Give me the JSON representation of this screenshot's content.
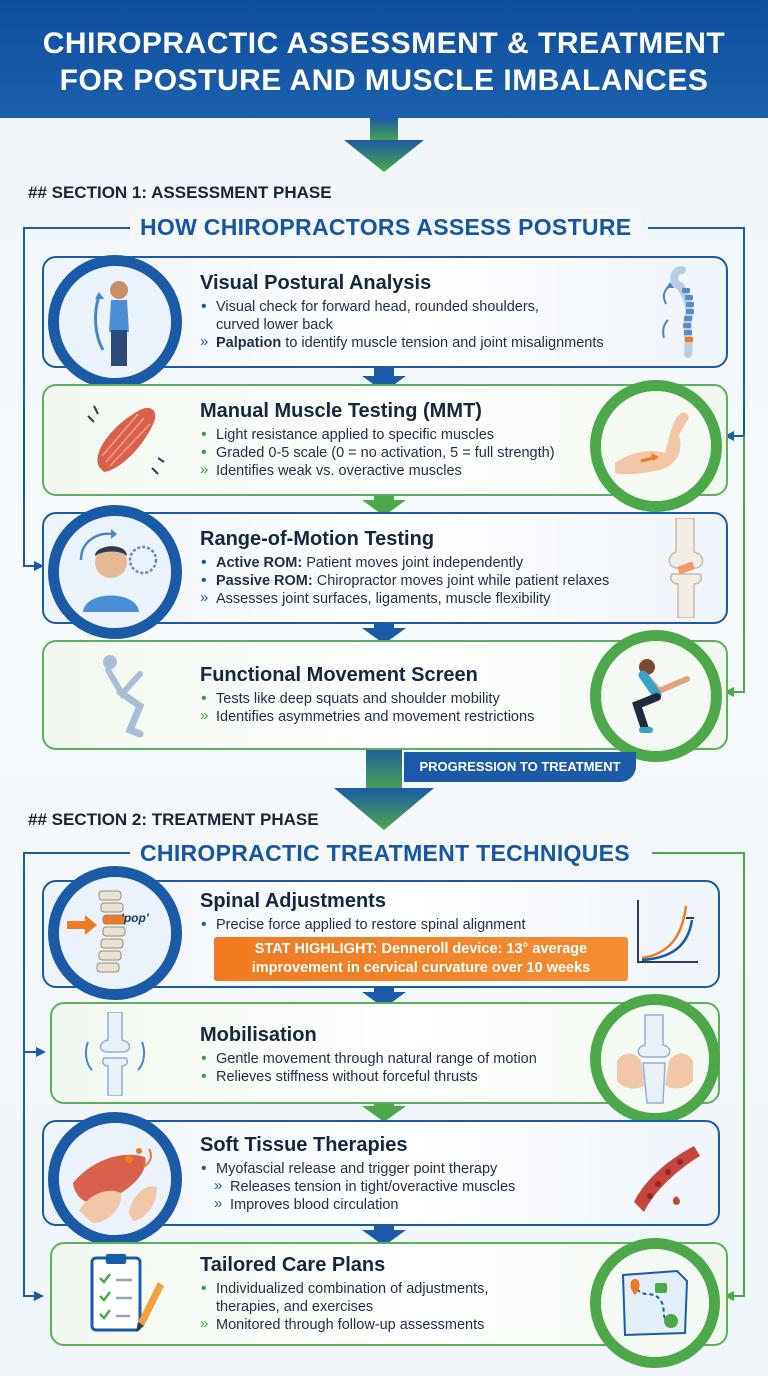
{
  "header": {
    "title_line1": "CHIROPRACTIC ASSESSMENT & TREATMENT",
    "title_line2": "FOR POSTURE AND MUSCLE IMBALANCES"
  },
  "section1": {
    "label": "## SECTION 1: ASSESSMENT PHASE",
    "title": "HOW CHIROPRACTORS ASSESS POSTURE",
    "cards": [
      {
        "title": "Visual Postural Analysis",
        "items": [
          {
            "bold": "",
            "text": "Visual check for forward head, rounded shoulders,"
          },
          {
            "bold": "",
            "text": "curved lower back"
          },
          {
            "bold": "Palpation",
            "text": " to identify muscle tension and joint misalignments"
          }
        ]
      },
      {
        "title": "Manual Muscle Testing (MMT)",
        "items": [
          {
            "bold": "",
            "text": "Light resistance applied to specific muscles"
          },
          {
            "bold": "",
            "text": "Graded 0-5 scale (0 = no activation, 5 = full strength)"
          },
          {
            "bold": "",
            "text": "Identifies weak vs. overactive muscles"
          }
        ]
      },
      {
        "title": "Range-of-Motion Testing",
        "items": [
          {
            "bold": "Active ROM:",
            "text": " Patient moves joint independently"
          },
          {
            "bold": "Passive ROM:",
            "text": " Chiropractor moves joint while patient relaxes"
          },
          {
            "bold": "",
            "text": "Assesses joint surfaces, ligaments, muscle flexibility"
          }
        ]
      },
      {
        "title": "Functional Movement Screen",
        "items": [
          {
            "bold": "",
            "text": "Tests like deep squats and shoulder mobility"
          },
          {
            "bold": "",
            "text": "Identifies asymmetries and movement restrictions"
          }
        ]
      }
    ],
    "progression_label": "PROGRESSION TO TREATMENT"
  },
  "section2": {
    "label": "## SECTION 2: TREATMENT PHASE",
    "title": "CHIROPRACTIC TREATMENT TECHNIQUES",
    "cards": [
      {
        "title": "Spinal Adjustments",
        "items": [
          {
            "bold": "",
            "text": "Precise force applied to restore spinal alignment"
          }
        ],
        "pop_label": "'pop'",
        "stat_line1": "STAT HIGHLIGHT: Denneroll device: 13° average",
        "stat_line2": "improvement in cervical curvature over 10 weeks"
      },
      {
        "title": "Mobilisation",
        "items": [
          {
            "bold": "",
            "text": "Gentle movement through natural range of motion"
          },
          {
            "bold": "",
            "text": "Relieves stiffness without forceful thrusts"
          }
        ]
      },
      {
        "title": "Soft Tissue Therapies",
        "items": [
          {
            "bold": "",
            "text": "Myofascial release and trigger point therapy"
          },
          {
            "bold": "",
            "text": "Releases tension in tight/overactive muscles"
          },
          {
            "bold": "",
            "text": "Improves blood circulation"
          }
        ]
      },
      {
        "title": "Tailored Care Plans",
        "items": [
          {
            "bold": "",
            "text": "Individualized combination of adjustments,"
          },
          {
            "bold": "",
            "text": "therapies, and exercises"
          },
          {
            "bold": "",
            "text": "Monitored through follow-up assessments"
          }
        ]
      }
    ]
  },
  "colors": {
    "primary_blue": "#1b5aa6",
    "accent_green": "#4da84a",
    "stat_orange": "#f07a22",
    "header_blue": "#0e4f9b"
  },
  "icons": [
    "posture-figure-icon",
    "spine-posture-icon",
    "muscle-icon",
    "arm-flex-icon",
    "head-rotation-icon",
    "knee-joint-icon",
    "squat-figure-icon",
    "squat-athlete-icon",
    "spine-adjustment-icon",
    "curvature-graph-icon",
    "joint-mobility-icon",
    "hands-joint-icon",
    "soft-tissue-icon",
    "blood-vessel-icon",
    "clipboard-icon",
    "care-plan-map-icon"
  ]
}
